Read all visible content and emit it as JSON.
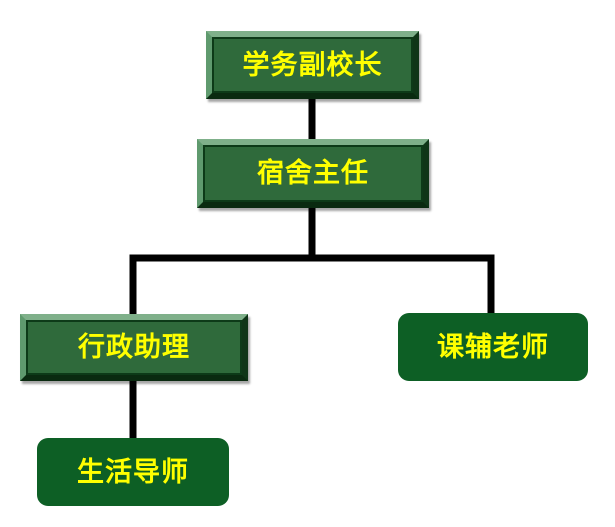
{
  "diagram": {
    "nodes": [
      {
        "id": "vice-principal",
        "label": "学务副校长"
      },
      {
        "id": "dorm-director",
        "label": "宿舍主任"
      },
      {
        "id": "admin-assistant",
        "label": "行政助理"
      },
      {
        "id": "tutor-teacher",
        "label": "课辅老师"
      },
      {
        "id": "life-mentor",
        "label": "生活导师"
      }
    ],
    "edges": [
      {
        "from": "vice-principal",
        "to": "dorm-director"
      },
      {
        "from": "dorm-director",
        "to": "admin-assistant"
      },
      {
        "from": "dorm-director",
        "to": "tutor-teacher"
      },
      {
        "from": "admin-assistant",
        "to": "life-mentor"
      }
    ],
    "colors": {
      "label_text": "#ffff00",
      "box_fill": "#2f6a3b",
      "rounded_fill": "#0d5f25",
      "connector": "#000000"
    }
  }
}
